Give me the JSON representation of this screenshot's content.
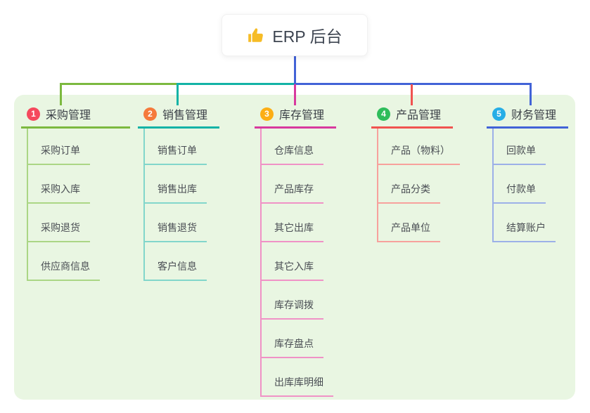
{
  "root": {
    "title": "ERP 后台",
    "icon": "thumbs-up-icon",
    "icon_color": "#f6bc26",
    "text_color": "#3d4450"
  },
  "canvas": {
    "panel_background": "#e9f6e2",
    "background": "#ffffff"
  },
  "branches": [
    {
      "index": "1",
      "label": "采购管理",
      "color": "#7cb93f",
      "light_color": "#abd685",
      "badge_color": "#f5495d",
      "children": [
        "采购订单",
        "采购入库",
        "采购退货",
        "供应商信息"
      ]
    },
    {
      "index": "2",
      "label": "销售管理",
      "color": "#13b3a6",
      "light_color": "#82d6cb",
      "badge_color": "#f57a3c",
      "children": [
        "销售订单",
        "销售出库",
        "销售退货",
        "客户信息"
      ]
    },
    {
      "index": "3",
      "label": "库存管理",
      "color": "#d8399e",
      "light_color": "#f092c6",
      "badge_color": "#fcae15",
      "children": [
        "仓库信息",
        "产品库存",
        "其它出库",
        "其它入库",
        "库存调拨",
        "库存盘点",
        "出库库明细"
      ]
    },
    {
      "index": "4",
      "label": "产品管理",
      "color": "#f05350",
      "light_color": "#f7a19c",
      "badge_color": "#2ebd5b",
      "children": [
        "产品（物料）",
        "产品分类",
        "产品单位"
      ]
    },
    {
      "index": "5",
      "label": "财务管理",
      "color": "#4263d7",
      "light_color": "#9cb0e8",
      "badge_color": "#27aee6",
      "children": [
        "回款单",
        "付款单",
        "结算账户"
      ]
    }
  ]
}
